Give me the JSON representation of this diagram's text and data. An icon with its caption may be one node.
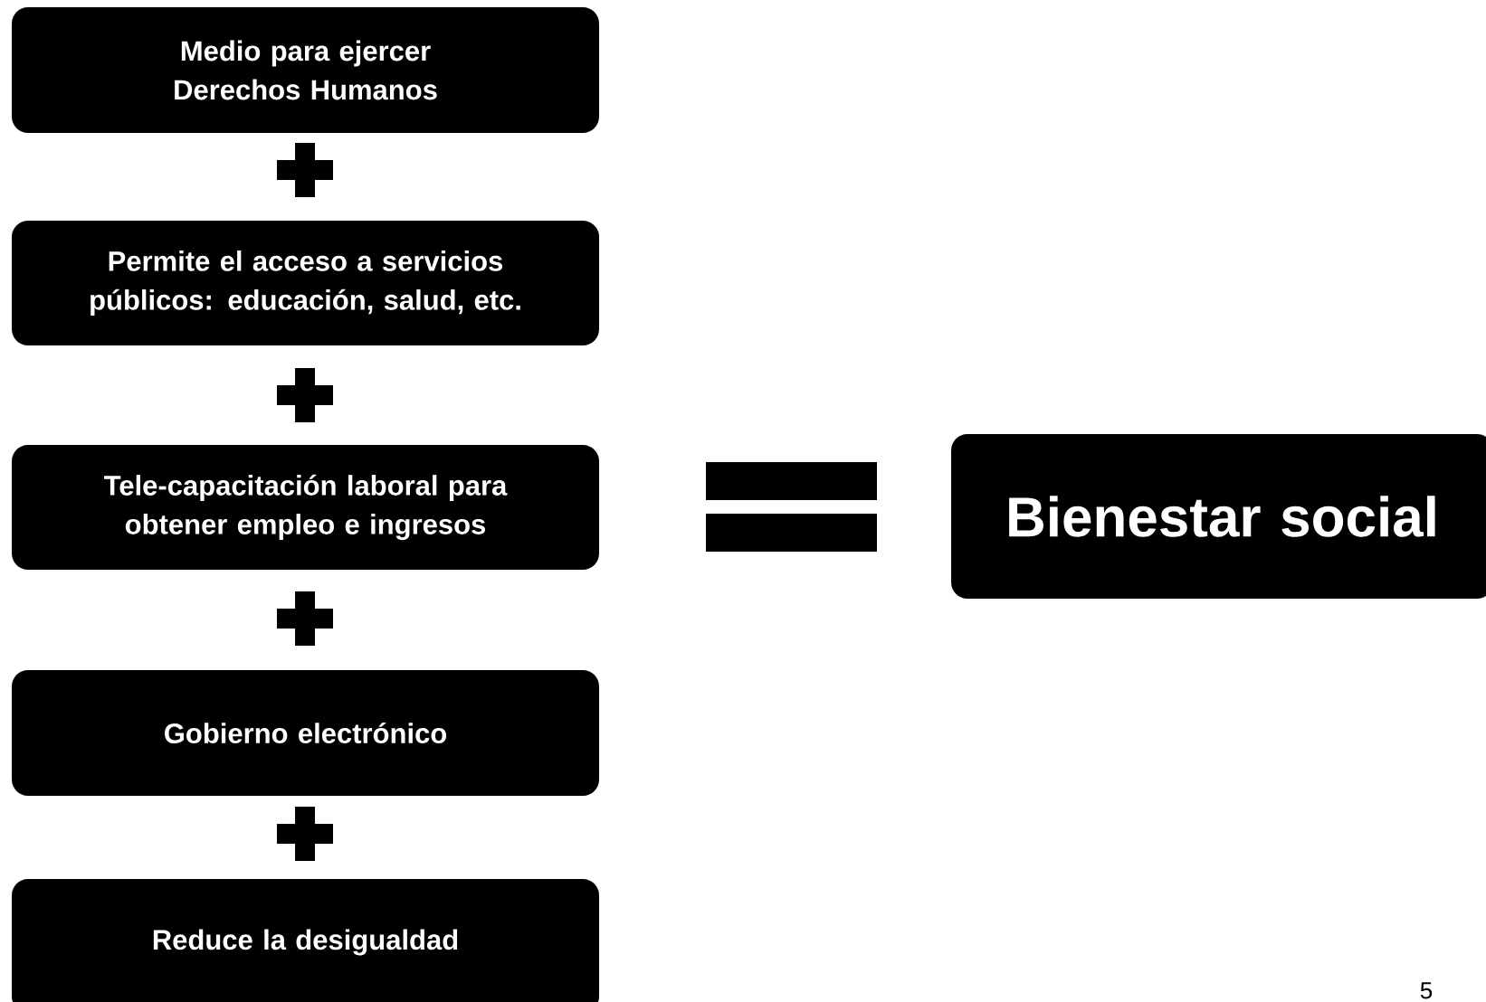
{
  "diagram": {
    "nodes": [
      {
        "text": [
          "Medio para ejercer Derechos Humanos"
        ]
      },
      {
        "text": [
          "Permite el acceso a servicios públicos: educación, salud, etc."
        ]
      },
      {
        "text": [
          "Tele-capacitación laboral para obtener empleo e ingresos"
        ]
      },
      {
        "text": [
          "Gobierno electrónico"
        ]
      },
      {
        "text": [
          "Reduce la desigualdad"
        ]
      },
      {
        "text": [
          "Bienestar social"
        ]
      }
    ],
    "labels": [
      "5"
    ]
  }
}
